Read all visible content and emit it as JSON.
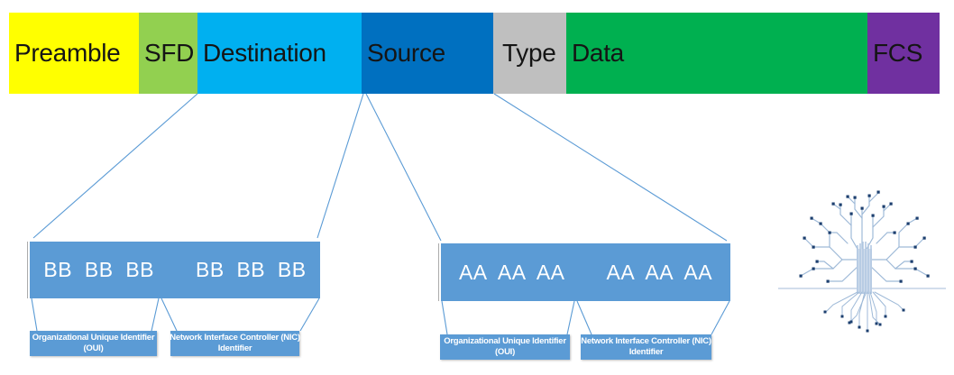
{
  "colors": {
    "preamble": "#FFFF00",
    "sfd": "#92D050",
    "destination": "#00B0F0",
    "source": "#0070C0",
    "type-field": "#BFBFBF",
    "data-field": "#00B050",
    "fcs": "#7030A0",
    "addr-box": "#5B9BD5",
    "connector": "#5B9BD5",
    "tree-line": "#9FBAD8",
    "tree-trunk": "#CFDCEC",
    "tree-trunk-line": "#B3C8E2",
    "tree-node": "#1C3F6F",
    "ground-line": "#CBD8E9"
  },
  "frame": {
    "segments": [
      {
        "label": "Preamble"
      },
      {
        "label": "SFD"
      },
      {
        "label": "Destination"
      },
      {
        "label": "Source"
      },
      {
        "label": "Type"
      },
      {
        "label": "Data"
      },
      {
        "label": "FCS"
      }
    ]
  },
  "destination_expansion": {
    "group1": "BB  BB  BB",
    "group2": "BB  BB  BB",
    "oui": {
      "line1": "Organizational Unique Identifier",
      "line2": "(OUI)"
    },
    "nic": {
      "line1": "Network Interface Controller (NIC)",
      "line2": "Identifier"
    }
  },
  "source_expansion": {
    "group1": "AA  AA  AA",
    "group2": "AA  AA  AA",
    "oui": {
      "line1": "Organizational Unique Identifier",
      "line2": "(OUI)"
    },
    "nic": {
      "line1": "Network Interface Controller (NIC)",
      "line2": "Identifier"
    }
  }
}
